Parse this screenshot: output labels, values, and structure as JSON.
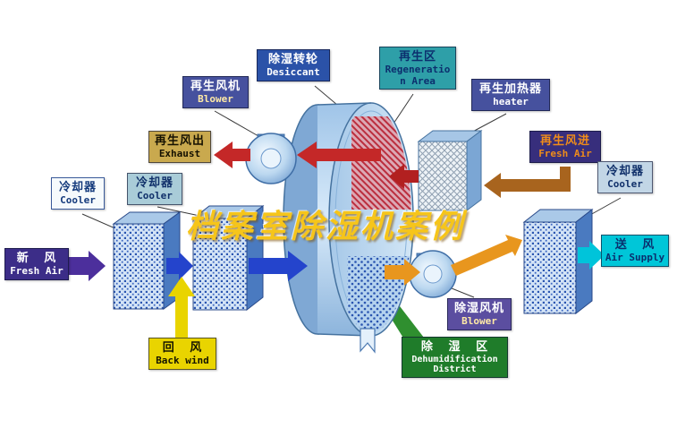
{
  "title": "档案室除湿机案例",
  "labels": {
    "desiccant": {
      "zh": "除湿转轮",
      "en": "Desiccant"
    },
    "regen_area": {
      "zh": "再生区",
      "en": "Regeneration Area"
    },
    "regen_blower": {
      "zh": "再生风机",
      "en": "Blower"
    },
    "regen_heater": {
      "zh": "再生加热器",
      "en": "heater"
    },
    "exhaust": {
      "zh": "再生风出",
      "en": "Exhaust"
    },
    "regen_fresh_air": {
      "zh": "再生风进",
      "en": "Fresh Air"
    },
    "cooler_left_outer": {
      "zh": "冷却器",
      "en": "Cooler"
    },
    "cooler_left_inner": {
      "zh": "冷却器",
      "en": "Cooler"
    },
    "cooler_right": {
      "zh": "冷却器",
      "en": "Cooler"
    },
    "fresh_air_in": {
      "zh": "新 风",
      "en": "Fresh Air"
    },
    "air_supply": {
      "zh": "送 风",
      "en": "Air Supply"
    },
    "back_wind": {
      "zh": "回 风",
      "en": "Back wind"
    },
    "dehum_blower": {
      "zh": "除湿风机",
      "en": "Blower"
    },
    "dehum_district": {
      "zh": "除 湿 区",
      "en": "Dehumidification",
      "en2": "District"
    }
  },
  "colors": {
    "regen_flow": "#c42828",
    "process_flow": "#2444cc",
    "supply_flow": "#00c4da",
    "return_flow": "#e9d400",
    "dry_air_flow": "#e8961e",
    "fresh_in_flow": "#4c2f9c",
    "regen_in_flow": "#a8641e",
    "district_green": "#1f7c2a",
    "title_gold": "#f6c51a"
  }
}
